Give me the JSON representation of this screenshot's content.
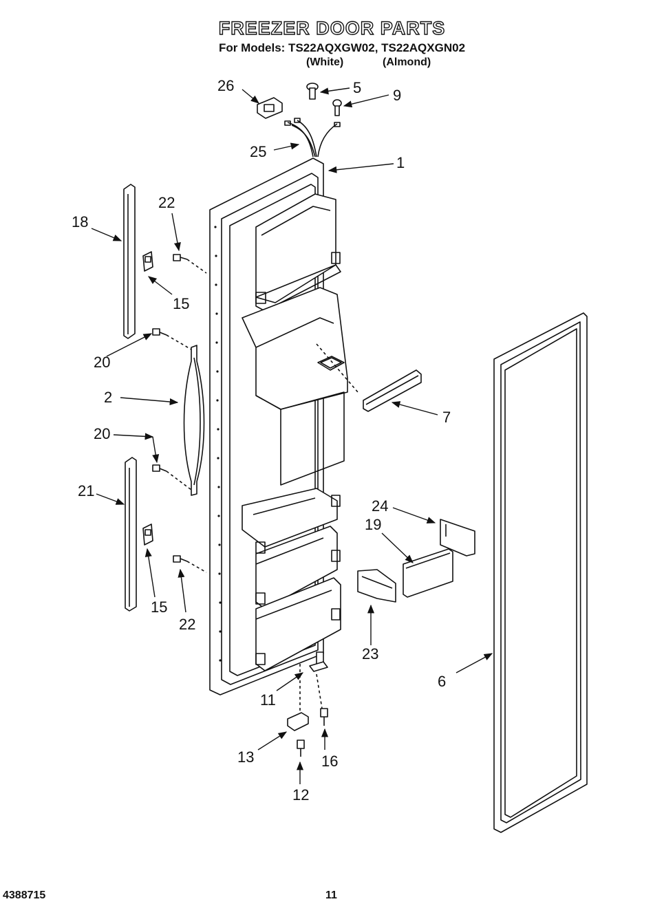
{
  "header": {
    "title": "FREEZER DOOR PARTS",
    "models_line": "For Models: TS22AQXGW02, TS22AQXGN02",
    "color_white": "(White)",
    "color_almond": "(Almond)"
  },
  "callouts": {
    "c26": "26",
    "c5": "5",
    "c9": "9",
    "c25": "25",
    "c1": "1",
    "c22a": "22",
    "c18": "18",
    "c15a": "15",
    "c20a": "20",
    "c2": "2",
    "c7": "7",
    "c20b": "20",
    "c21": "21",
    "c24": "24",
    "c19": "19",
    "c15b": "15",
    "c22b": "22",
    "c23": "23",
    "c6": "6",
    "c11": "11",
    "c13": "13",
    "c16": "16",
    "c12": "12"
  },
  "footer": {
    "doc_number": "4388715",
    "page_number": "11"
  }
}
